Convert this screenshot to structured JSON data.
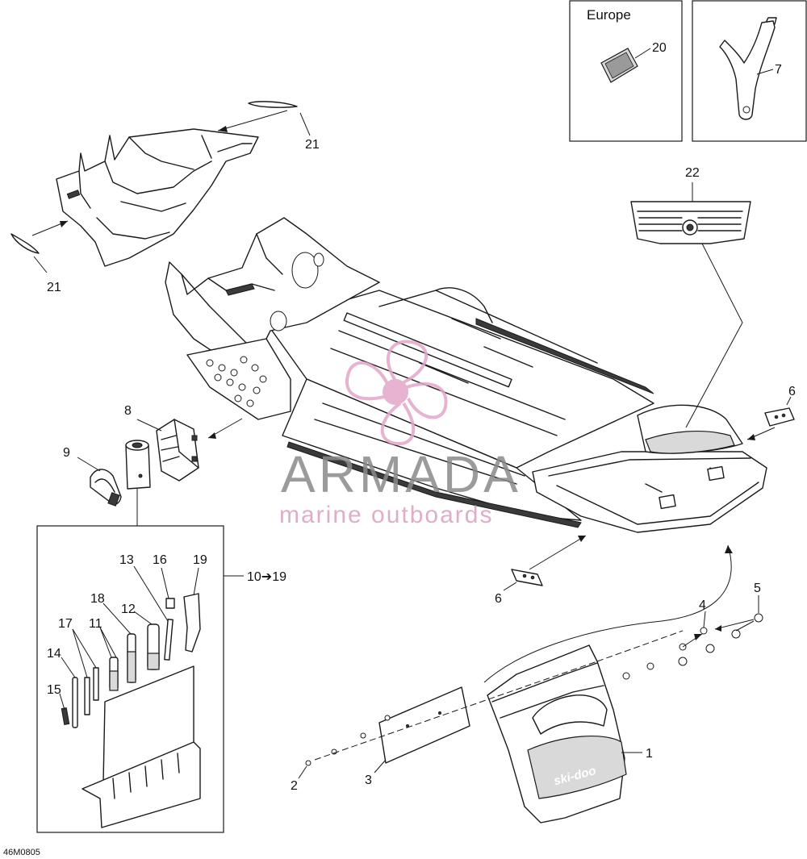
{
  "diagram": {
    "inset_europe_title": "Europe",
    "callouts": {
      "c1": "1",
      "c2": "2",
      "c3": "3",
      "c4": "4",
      "c5": "5",
      "c6a": "6",
      "c6b": "6",
      "c7": "7",
      "c8": "8",
      "c9": "9",
      "c10_19": "10➔19",
      "c11": "11",
      "c12": "12",
      "c13": "13",
      "c14": "14",
      "c15": "15",
      "c16": "16",
      "c17": "17",
      "c18": "18",
      "c19": "19",
      "c20": "20",
      "c21a": "21",
      "c21b": "21",
      "c22": "22"
    },
    "decal_logo_text": "ski-doo",
    "figure_code": "46M0805"
  },
  "watermark": {
    "brand": "ARMADA",
    "tagline": "marine outboards",
    "brand_color": "#8a8a8a",
    "accent_color": "#e3a6c8"
  }
}
